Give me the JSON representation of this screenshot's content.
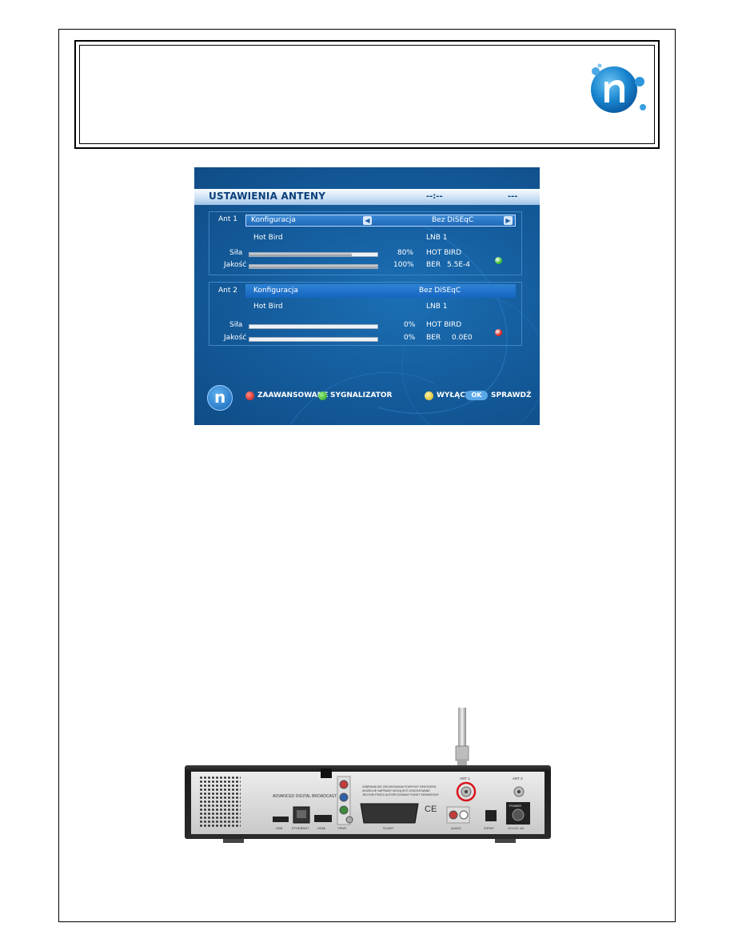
{
  "screen": {
    "title": "USTAWIENIA ANTENY",
    "clock": "--:--",
    "channel": "---",
    "ant1": {
      "label": "Ant 1",
      "config_label": "Konfiguracja",
      "config_value": "Bez DiSEqC",
      "satellite": "Hot Bird",
      "lnb": "LNB 1",
      "strength_label": "Siła",
      "quality_label": "Jakość",
      "strength": "80%",
      "quality": "100%",
      "strength_level": 0.8,
      "quality_level": 1.0,
      "sat_name": "HOT BIRD",
      "ber_label": "BER",
      "ber_value": "5.5E-4",
      "status_color": "#3fbf2e"
    },
    "ant2": {
      "label": "Ant 2",
      "config_label": "Konfiguracja",
      "config_value": "Bez DiSEqC",
      "satellite": "Hot Bird",
      "lnb": "LNB 1",
      "strength_label": "Siła",
      "quality_label": "Jakość",
      "strength": "0%",
      "quality": "0%",
      "strength_level": 0,
      "quality_level": 0,
      "sat_name": "HOT BIRD",
      "ber_label": "BER",
      "ber_value": "0.0E0",
      "status_color": "#d9251c"
    },
    "footer": {
      "red": "ZAAWANSOWANE",
      "green": "SYGNALIZATOR",
      "yellow": "WYŁĄCZ",
      "ok": "OK",
      "ok_action": "SPRAWDŹ"
    }
  },
  "receiver": {
    "brand_text": "ADVANCED DIGITAL BROADCAST",
    "warning_text": [
      "ZABRANIA SIĘ ZDEJMOWANIA POKRYWY DEKODERA.",
      "WSZELKIE NAPRAWY MOGĄ BYĆ DOKONYWANE",
      "JEDYNIE PRZEZ AUTORYZOWANY PUNKT SERWISOWY"
    ],
    "ports": [
      "USB",
      "ETHERNET",
      "HDMI",
      "YPbPr",
      "SCART",
      "AUDIO",
      "S/PDIF",
      "POWER",
      "12V DC 2A"
    ],
    "ant1_label": "ANT 1",
    "ant2_label": "ANT 2",
    "highlight_color": "#d8141c"
  }
}
